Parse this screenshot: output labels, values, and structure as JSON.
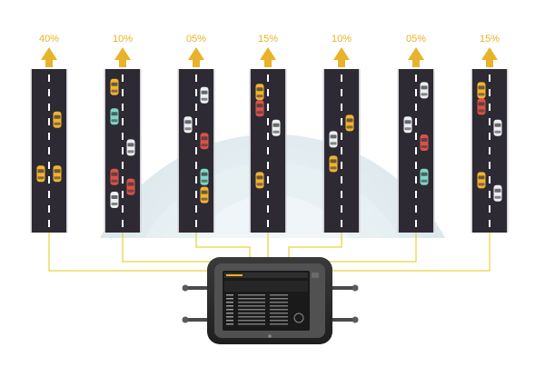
{
  "lanes": [
    {
      "percent": "40%",
      "cars": [
        {
          "y": 0.64,
          "color": "yellow"
        },
        {
          "y": 0.31,
          "color": "yellow"
        },
        {
          "y": 0.64,
          "color": "yellow",
          "lane": "L"
        }
      ]
    },
    {
      "percent": "10%",
      "cars": [
        {
          "lane": "L",
          "y": 0.11,
          "color": "yellow"
        },
        {
          "lane": "L",
          "y": 0.29,
          "color": "teal"
        },
        {
          "lane": "R",
          "y": 0.48,
          "color": "white"
        },
        {
          "lane": "L",
          "y": 0.66,
          "color": "red"
        },
        {
          "lane": "R",
          "y": 0.72,
          "color": "red"
        },
        {
          "lane": "L",
          "y": 0.8,
          "color": "white"
        }
      ]
    },
    {
      "percent": "05%",
      "cars": [
        {
          "lane": "R",
          "y": 0.16,
          "color": "white"
        },
        {
          "lane": "L",
          "y": 0.34,
          "color": "white"
        },
        {
          "lane": "R",
          "y": 0.44,
          "color": "red"
        },
        {
          "lane": "R",
          "y": 0.66,
          "color": "teal"
        },
        {
          "lane": "R",
          "y": 0.77,
          "color": "yellow"
        }
      ]
    },
    {
      "percent": "15%",
      "cars": [
        {
          "lane": "L",
          "y": 0.14,
          "color": "yellow"
        },
        {
          "lane": "L",
          "y": 0.24,
          "color": "red"
        },
        {
          "lane": "R",
          "y": 0.36,
          "color": "white"
        },
        {
          "lane": "L",
          "y": 0.68,
          "color": "yellow"
        }
      ]
    },
    {
      "percent": "10%",
      "cars": [
        {
          "lane": "R",
          "y": 0.33,
          "color": "yellow"
        },
        {
          "lane": "L",
          "y": 0.43,
          "color": "white"
        },
        {
          "lane": "L",
          "y": 0.58,
          "color": "yellow"
        }
      ]
    },
    {
      "percent": "05%",
      "cars": [
        {
          "lane": "R",
          "y": 0.13,
          "color": "white"
        },
        {
          "lane": "L",
          "y": 0.34,
          "color": "white"
        },
        {
          "lane": "R",
          "y": 0.45,
          "color": "red"
        },
        {
          "lane": "R",
          "y": 0.66,
          "color": "teal"
        }
      ]
    },
    {
      "percent": "15%",
      "cars": [
        {
          "lane": "L",
          "y": 0.13,
          "color": "yellow"
        },
        {
          "lane": "L",
          "y": 0.23,
          "color": "red"
        },
        {
          "lane": "R",
          "y": 0.36,
          "color": "white"
        },
        {
          "lane": "L",
          "y": 0.68,
          "color": "yellow"
        },
        {
          "lane": "R",
          "y": 0.76,
          "color": "white"
        }
      ]
    }
  ],
  "colors": {
    "accent": "#e8b32a",
    "road": "#2d2a33",
    "road_edge": "#cfcfd4",
    "marking": "#ffffff",
    "coverage_fan": "#dce8ef",
    "connector": "#e6d33a",
    "device_body": "#2b2b2b",
    "car_yellow": "#f2b233",
    "car_red": "#d9524a",
    "car_teal": "#7fd6c8",
    "car_white": "#eceff1"
  },
  "device": {
    "name": "handheld-analyzer"
  }
}
